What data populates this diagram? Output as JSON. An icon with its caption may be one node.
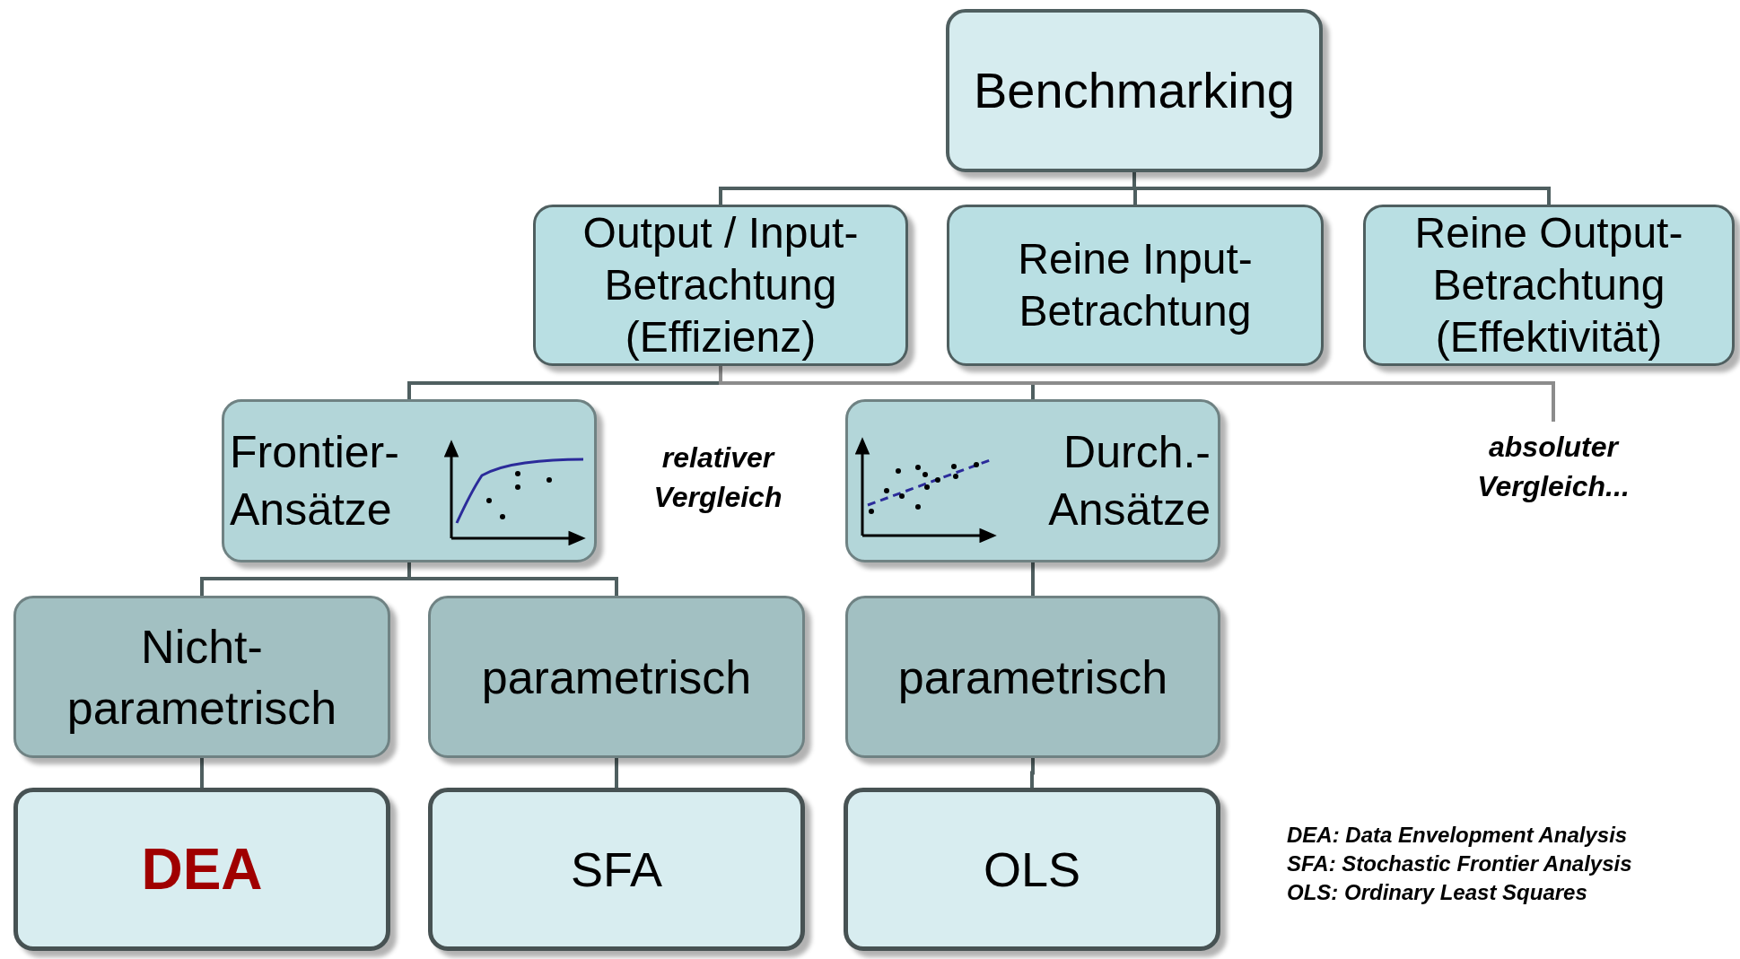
{
  "diagram": {
    "nodes": [
      {
        "text": [
          "Benchmarking"
        ]
      },
      {
        "text": [
          "Output / Input-Betrachtung (Effizienz)"
        ]
      },
      {
        "text": [
          "Reine Input-Betrachtung"
        ]
      },
      {
        "text": [
          "Reine Output-Betrachtung (Effektivität)"
        ]
      },
      {
        "text": [
          "Frontier-Ansätze"
        ]
      },
      {
        "text": [
          "Durch.-Ansätze"
        ]
      },
      {
        "text": [
          "absoluter Vergleich..."
        ]
      },
      {
        "text": [
          "Nicht-parametrisch"
        ]
      },
      {
        "text": [
          "parametrisch"
        ]
      },
      {
        "text": [
          "parametrisch"
        ]
      },
      {
        "text": [
          "DEA"
        ]
      },
      {
        "text": [
          "SFA"
        ]
      },
      {
        "text": [
          "OLS"
        ]
      }
    ],
    "edges": [
      {
        "from": 0,
        "to": 1,
        "arrow": "none"
      },
      {
        "from": 0,
        "to": 2,
        "arrow": "none"
      },
      {
        "from": 0,
        "to": 3,
        "arrow": "none"
      },
      {
        "from": 1,
        "to": 4,
        "arrow": "none"
      },
      {
        "from": 1,
        "to": 5,
        "arrow": "none"
      },
      {
        "from": 1,
        "to": 6,
        "arrow": "none",
        "color": "#8c8c8c"
      },
      {
        "from": 4,
        "to": 7,
        "arrow": "none"
      },
      {
        "from": 4,
        "to": 8,
        "arrow": "none"
      },
      {
        "from": 5,
        "to": 9,
        "arrow": "none"
      },
      {
        "from": 7,
        "to": 10,
        "arrow": "none"
      },
      {
        "from": 8,
        "to": 11,
        "arrow": "none"
      },
      {
        "from": 9,
        "to": 12,
        "arrow": "none"
      }
    ],
    "labels": [
      "relativer Vergleich",
      "DEA: Data Envelopment Analysis",
      "SFA: Stochastic Frontier Analysis",
      "OLS: Ordinary Least Squares"
    ]
  }
}
